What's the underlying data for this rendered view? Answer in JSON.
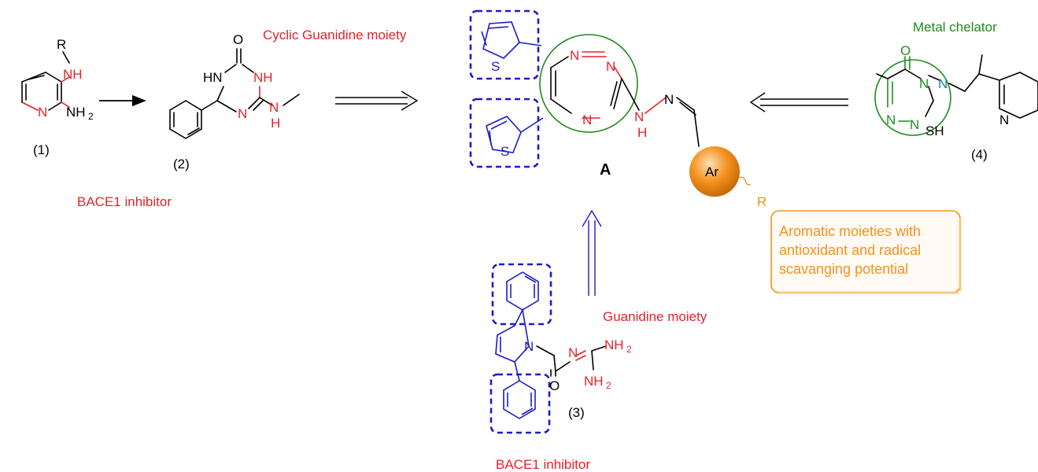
{
  "colors": {
    "red": "#e8212a",
    "blue": "#1c1cc8",
    "green": "#1f8c1f",
    "orange": "#f4921e",
    "teal": "#1a7f8a",
    "black": "#000000"
  },
  "labels": {
    "cyclic_guanidine": "Cyclic Guanidine moiety",
    "metal_chelator": "Metal chelator",
    "bace1_left": "BACE1 inhibitor",
    "bace1_bottom": "BACE1 inhibitor",
    "guanidine": "Guanidine moiety",
    "aromatic_box": [
      "Aromatic moieties with",
      "antioxidant and radical",
      "scavanging potential"
    ]
  },
  "compounds": {
    "c1": "(1)",
    "c2": "(2)",
    "c3": "(3)",
    "c4": "(4)",
    "target": "A"
  },
  "atoms": {
    "R": "R",
    "NH": "NH",
    "N": "N",
    "NH2": "NH",
    "sub2": "2",
    "O": "O",
    "HN": "HN",
    "H": "H",
    "S": "S",
    "Ar": "Ar",
    "SH": "SH"
  }
}
